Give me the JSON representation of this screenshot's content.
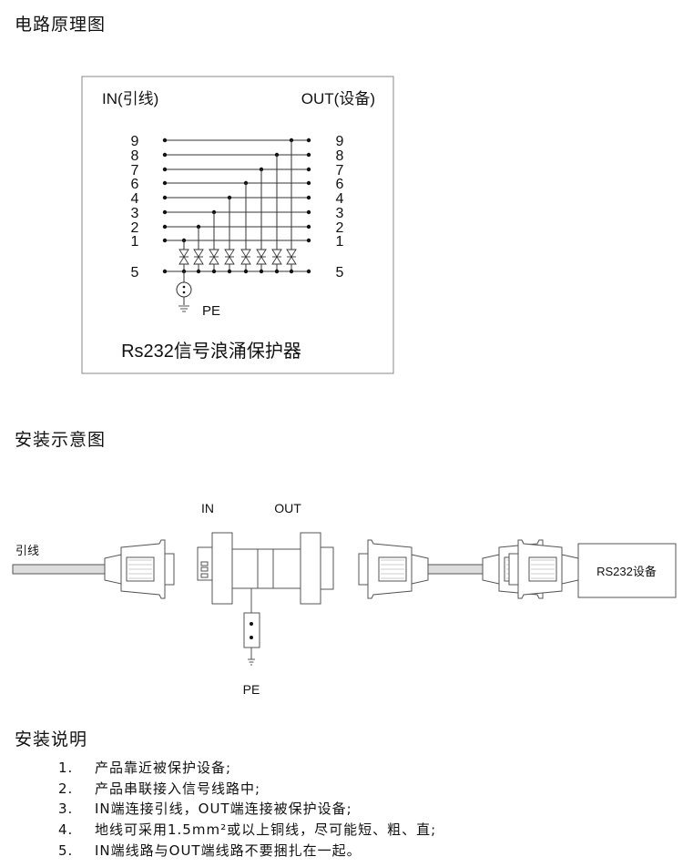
{
  "sections": {
    "schematic_title": "电路原理图",
    "install_title": "安装示意图",
    "instructions_title": "安装说明"
  },
  "schematic": {
    "in_label": "IN(引线)",
    "out_label": "OUT(设备)",
    "pins": [
      "9",
      "8",
      "7",
      "6",
      "4",
      "3",
      "2",
      "1"
    ],
    "ground_pin": "5",
    "pe_label": "PE",
    "caption": "Rs232信号浪涌保护器"
  },
  "install": {
    "in_label": "IN",
    "out_label": "OUT",
    "cable_label": "引线",
    "pe_label": "PE",
    "device_label": "RS232设备"
  },
  "instructions": [
    {
      "num": "1.",
      "text": "产品靠近被保护设备;"
    },
    {
      "num": "2.",
      "text": "产品串联接入信号线路中;"
    },
    {
      "num": "3.",
      "text": "IN端连接引线，OUT端连接被保护设备;"
    },
    {
      "num": "4.",
      "text": "地线可采用1.5mm²或以上铜线，尽可能短、粗、直;"
    },
    {
      "num": "5.",
      "text": "IN端线路与OUT端线路不要捆扎在一起。"
    }
  ]
}
